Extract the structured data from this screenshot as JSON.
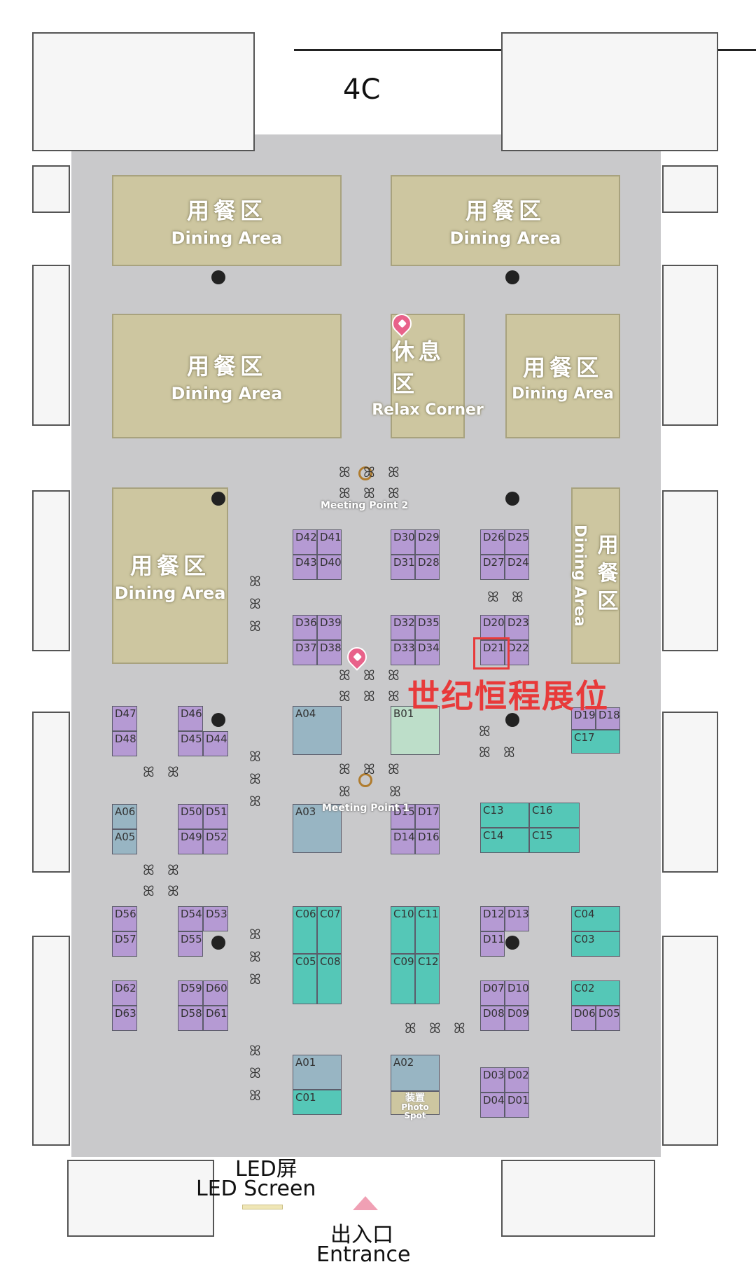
{
  "hall": {
    "name": "4C"
  },
  "zones": {
    "dining_zh": "用餐区",
    "dining_en": "Dining Area",
    "relax_zh": "休息区",
    "relax_en": "Relax  Corner"
  },
  "meeting_points": {
    "mp1": "Meeting Point 1",
    "mp2": "Meeting Point 2"
  },
  "photo_spot": {
    "zh": "装置",
    "en": "Photo Spot"
  },
  "led": {
    "zh": "LED屏",
    "en": "LED Screen"
  },
  "entrance": {
    "zh": "出入口",
    "en": "Entrance"
  },
  "annotation": {
    "text": "世纪恒程展位",
    "highlight_booth": "D21"
  },
  "colors": {
    "floor": "#c9c9cb",
    "dining_zone": "#cdc6a0",
    "booth_d": "#b59ad3",
    "booth_c": "#55c7b7",
    "booth_a": "#98b5c3",
    "booth_b": "#bddec9",
    "highlight": "#e83a3a",
    "pin": "#e8628a"
  },
  "booth_ids": {
    "D": [
      "D01",
      "D02",
      "D03",
      "D04",
      "D05",
      "D06",
      "D07",
      "D08",
      "D09",
      "D10",
      "D11",
      "D12",
      "D13",
      "D14",
      "D15",
      "D16",
      "D17",
      "D18",
      "D19",
      "D20",
      "D21",
      "D22",
      "D23",
      "D24",
      "D25",
      "D26",
      "D27",
      "D28",
      "D29",
      "D30",
      "D31",
      "D32",
      "D33",
      "D34",
      "D35",
      "D36",
      "D37",
      "D38",
      "D39",
      "D40",
      "D41",
      "D42",
      "D43",
      "D44",
      "D45",
      "D46",
      "D47",
      "D48",
      "D49",
      "D50",
      "D51",
      "D52",
      "D53",
      "D54",
      "D55",
      "D56",
      "D57",
      "D58",
      "D59",
      "D60",
      "D61",
      "D62",
      "D63"
    ],
    "C": [
      "C01",
      "C02",
      "C03",
      "C04",
      "C06",
      "C07",
      "C08",
      "C09",
      "C10",
      "C11",
      "C12",
      "C13",
      "C14",
      "C15",
      "C16",
      "C17"
    ],
    "A": [
      "A01",
      "A02",
      "A03",
      "A04",
      "A05",
      "A06"
    ],
    "B": [
      "B01"
    ]
  }
}
